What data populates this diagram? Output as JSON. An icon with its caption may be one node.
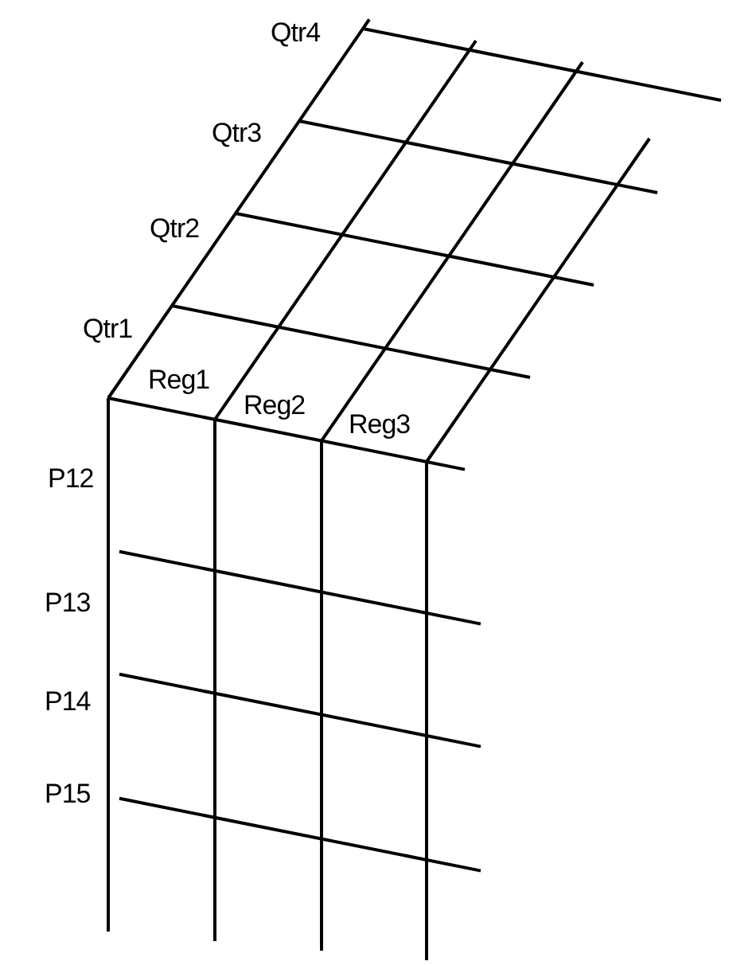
{
  "diagram": {
    "labels": [
      "Qtr4",
      "Qtr3",
      "Qtr2",
      "Qtr1",
      "Reg1",
      "Reg2",
      "Reg3",
      "P12",
      "P13",
      "P14",
      "P15"
    ]
  }
}
